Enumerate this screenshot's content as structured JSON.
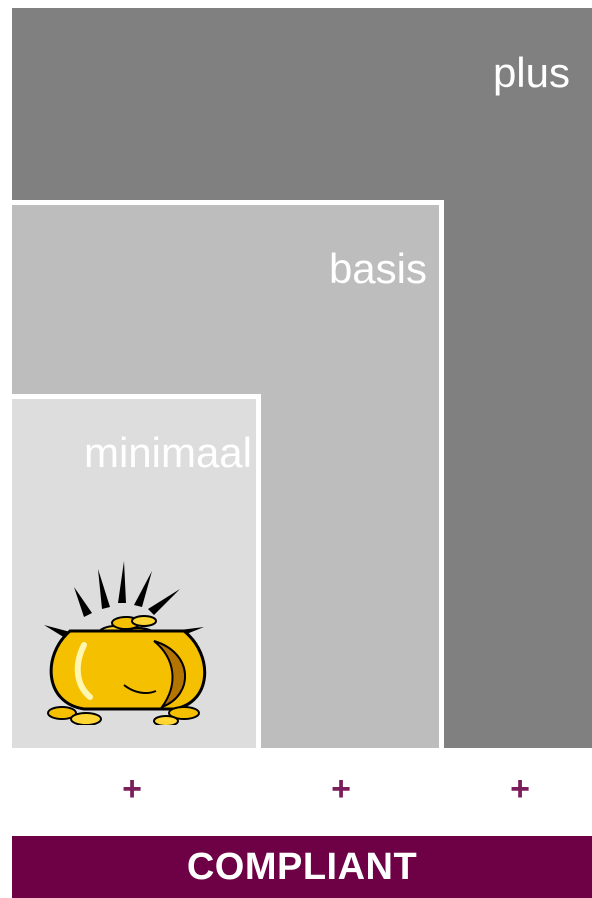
{
  "tiers": {
    "plus": {
      "label": "plus"
    },
    "basis": {
      "label": "basis"
    },
    "minimaal": {
      "label": "minimaal"
    }
  },
  "pot_icon": {
    "icon": "pot-of-gold-icon"
  },
  "plus_signs": [
    "+",
    "+",
    "+"
  ],
  "compliant": {
    "label": "COMPLIANT"
  },
  "colors": {
    "plus_tier": "#808080",
    "basis_tier": "#bdbdbd",
    "minimaal_tier": "#dddddd",
    "accent": "#6e0046",
    "plus_sign": "#7a1d5a",
    "gold": "#f5c000"
  }
}
